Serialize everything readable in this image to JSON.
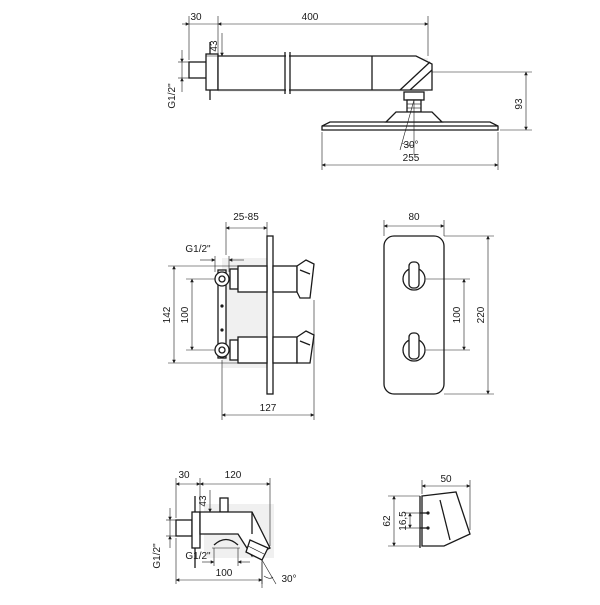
{
  "colors": {
    "line": "#1a1a1a",
    "background": "#ffffff",
    "shadow": "#f0f0f0"
  },
  "shower_arm": {
    "d_30": "30",
    "d_400": "400",
    "d_43": "43",
    "d_g12": "G1/2\"",
    "d_93": "93",
    "d_30deg": "30°",
    "d_255": "255"
  },
  "mixer_side": {
    "d_25_85": "25-85",
    "d_g12": "G1/2\"",
    "d_142": "142",
    "d_100": "100",
    "d_127": "127"
  },
  "mixer_front": {
    "d_80": "80",
    "d_100": "100",
    "d_220": "220"
  },
  "spout": {
    "d_30": "30",
    "d_120": "120",
    "d_43": "43",
    "d_g12_left": "G1/2\"",
    "d_g12_bottom": "G1/2\"",
    "d_100": "100",
    "d_30deg": "30°"
  },
  "holder": {
    "d_50": "50",
    "d_62": "62",
    "d_16_5": "16,5"
  }
}
